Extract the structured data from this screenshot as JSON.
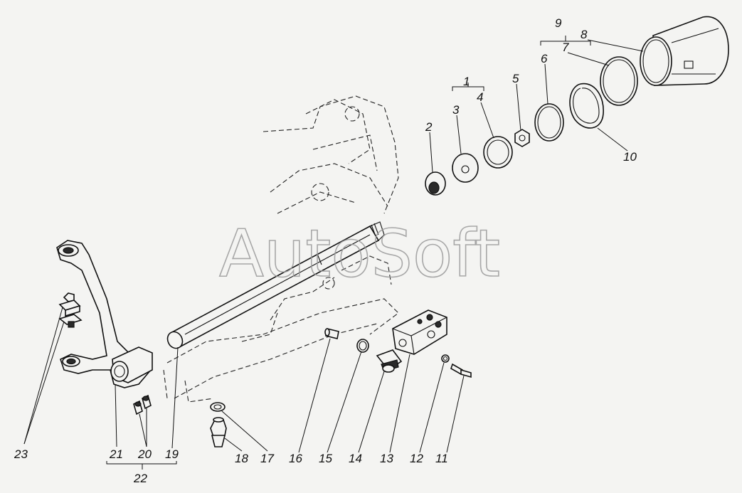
{
  "watermark": "AutoSoft",
  "callouts": [
    {
      "id": "1",
      "label": "1"
    },
    {
      "id": "2",
      "label": "2"
    },
    {
      "id": "3",
      "label": "3"
    },
    {
      "id": "4",
      "label": "4"
    },
    {
      "id": "5",
      "label": "5"
    },
    {
      "id": "6",
      "label": "6"
    },
    {
      "id": "7",
      "label": "7"
    },
    {
      "id": "8",
      "label": "8"
    },
    {
      "id": "9",
      "label": "9"
    },
    {
      "id": "10",
      "label": "10"
    },
    {
      "id": "11",
      "label": "11"
    },
    {
      "id": "12",
      "label": "12"
    },
    {
      "id": "13",
      "label": "13"
    },
    {
      "id": "14",
      "label": "14"
    },
    {
      "id": "15",
      "label": "15"
    },
    {
      "id": "16",
      "label": "16"
    },
    {
      "id": "17",
      "label": "17"
    },
    {
      "id": "18",
      "label": "18"
    },
    {
      "id": "19",
      "label": "19"
    },
    {
      "id": "20",
      "label": "20"
    },
    {
      "id": "21",
      "label": "21"
    },
    {
      "id": "22",
      "label": "22"
    },
    {
      "id": "23",
      "label": "23"
    }
  ]
}
